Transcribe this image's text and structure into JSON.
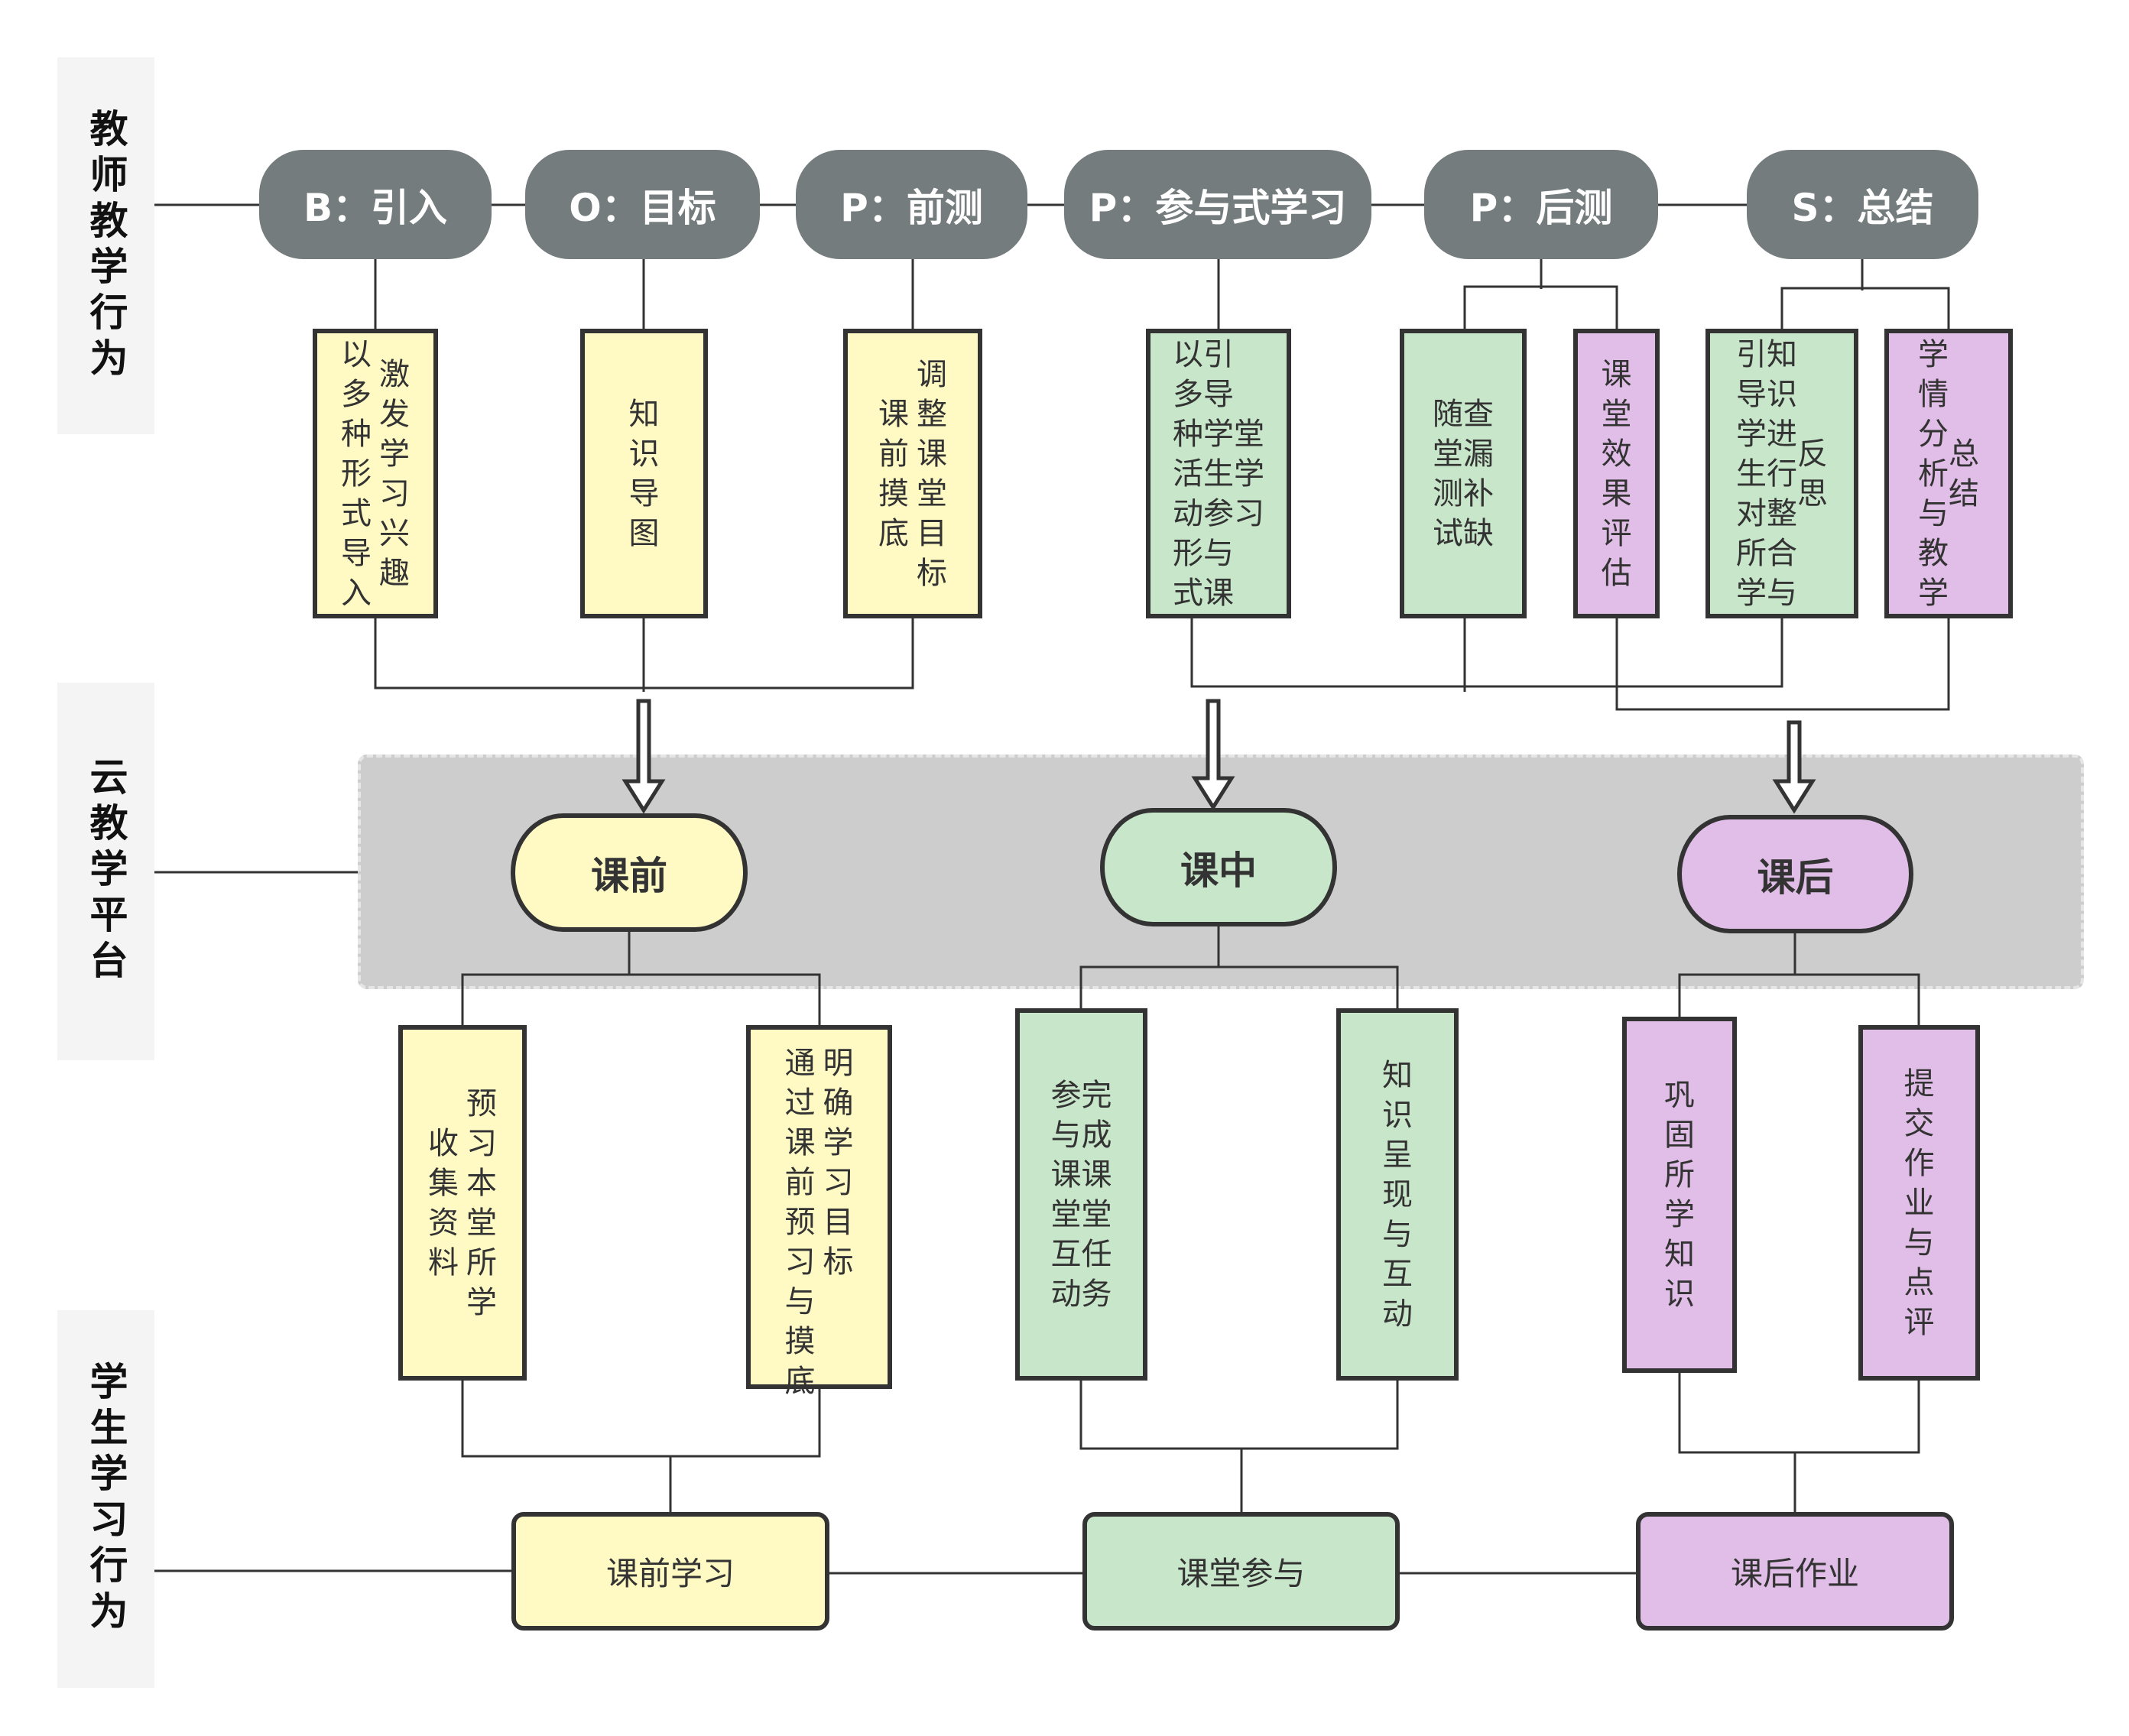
{
  "lanes": {
    "teacher": "教师教学行为",
    "platform": "云教学平台",
    "student": "学生学习行为"
  },
  "teacher_steps": [
    {
      "label": "B：引入"
    },
    {
      "label": "O：目标"
    },
    {
      "label": "P：前测"
    },
    {
      "label": "P：参与式学习"
    },
    {
      "label": "P：后测"
    },
    {
      "label": "S：总结"
    }
  ],
  "teacher_activities": [
    {
      "step": "B：引入",
      "color": "yellow",
      "columns": [
        "以多种形式导入",
        "激发学习兴趣"
      ]
    },
    {
      "step": "O：目标",
      "color": "yellow",
      "columns": [
        "知识导图"
      ]
    },
    {
      "step": "P：前测",
      "color": "yellow",
      "columns": [
        "课前摸底",
        "调整课堂目标"
      ]
    },
    {
      "step": "P：参与式学习",
      "color": "green",
      "columns": [
        "以多种活动形式",
        "引导学生参与课",
        "堂学习"
      ]
    },
    {
      "step": "P：后测",
      "color": "green",
      "columns": [
        "随堂测试",
        "查漏补缺"
      ]
    },
    {
      "step": "P：后测",
      "color": "purple",
      "columns": [
        "课堂效果评估"
      ]
    },
    {
      "step": "S：总结",
      "color": "green",
      "columns": [
        "引导学生对所学",
        "知识进行整合与",
        "反思"
      ]
    },
    {
      "step": "S：总结",
      "color": "purple",
      "columns": [
        "学情分析与教学",
        "总结"
      ]
    }
  ],
  "platform_stages": [
    {
      "label": "课前",
      "color": "yellow"
    },
    {
      "label": "课中",
      "color": "green"
    },
    {
      "label": "课后",
      "color": "purple"
    }
  ],
  "student_activities": [
    {
      "stage": "课前",
      "color": "yellow",
      "columns": [
        "收集资料",
        "预习本堂所学"
      ]
    },
    {
      "stage": "课前",
      "color": "yellow",
      "columns": [
        "通过课前预习与摸底",
        "明确学习目标"
      ]
    },
    {
      "stage": "课中",
      "color": "green",
      "columns": [
        "参与课堂互动",
        "完成课堂任务"
      ]
    },
    {
      "stage": "课中",
      "color": "green",
      "columns": [
        "知识呈现与互动"
      ]
    },
    {
      "stage": "课后",
      "color": "purple",
      "columns": [
        "巩固所学知识"
      ]
    },
    {
      "stage": "课后",
      "color": "purple",
      "columns": [
        "提交作业与点评"
      ]
    }
  ],
  "student_behaviors": [
    {
      "label": "课前学习",
      "color": "yellow"
    },
    {
      "label": "课堂参与",
      "color": "green"
    },
    {
      "label": "课后作业",
      "color": "purple"
    }
  ],
  "colors": {
    "yellow": "#fff9c4",
    "green": "#c8e6c9",
    "purple": "#e1bee7",
    "pill": "#757c7e",
    "band": "#cdcdcd",
    "lane": "#f4f4f4",
    "stroke": "#333333"
  }
}
